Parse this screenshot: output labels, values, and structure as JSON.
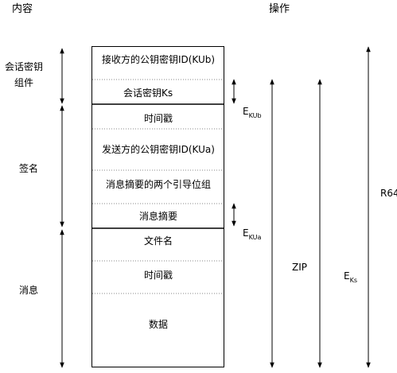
{
  "header": {
    "content_label": "内容",
    "operation_label": "操作"
  },
  "sections": {
    "session_key": "会话密钥\n组件",
    "signature": "签名",
    "message": "消息"
  },
  "rows": [
    "接收方的公钥密钥ID(KUb)",
    "会话密钥Ks",
    "时间戳",
    "发送方的公钥密钥ID(KUa)",
    "消息摘要的两个引导位组",
    "消息摘要",
    "文件名",
    "时间戳",
    "数据"
  ],
  "operations": {
    "e_kub": {
      "main": "E",
      "sub": "KUb"
    },
    "e_kua": {
      "main": "E",
      "sub": "KUa"
    },
    "zip": "ZIP",
    "e_ks": {
      "main": "E",
      "sub": "Ks"
    },
    "r64": "R64"
  },
  "colors": {
    "line": "#000000",
    "divider": "#888888"
  }
}
